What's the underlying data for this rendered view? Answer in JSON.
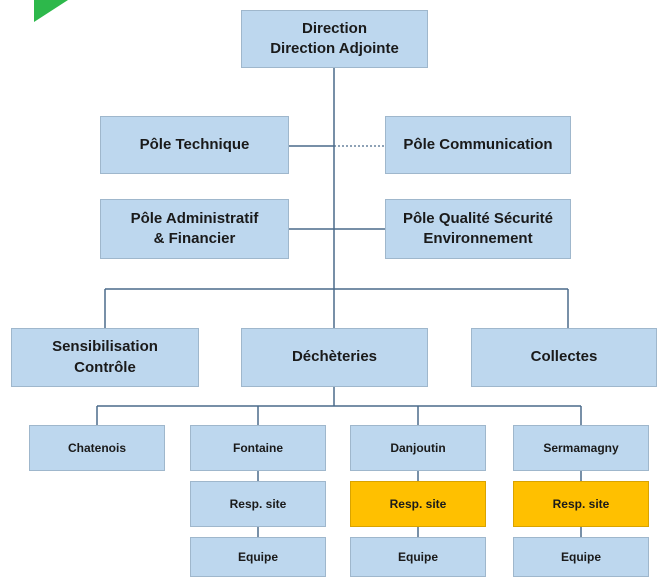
{
  "colors": {
    "box_fill": "#bdd7ee",
    "highlight_fill": "#ffc000",
    "connector": "#4a6a8a",
    "corner_accent": "#2db84b"
  },
  "direction": {
    "line1": "Direction",
    "line2": "Direction Adjointe"
  },
  "poles": {
    "technique": "Pôle Technique",
    "communication": "Pôle Communication",
    "administratif": {
      "line1": "Pôle Administratif",
      "line2": "& Financier"
    },
    "qualite": {
      "line1": "Pôle Qualité Sécurité",
      "line2": "Environnement"
    }
  },
  "services": {
    "sensibilisation": {
      "line1": "Sensibilisation",
      "line2": "Contrôle"
    },
    "decheteries": "Déchèteries",
    "collectes": "Collectes"
  },
  "sites": {
    "chatenois": "Chatenois",
    "fontaine": {
      "name": "Fontaine",
      "resp": "Resp. site",
      "equipe": "Equipe"
    },
    "danjoutin": {
      "name": "Danjoutin",
      "resp": "Resp. site",
      "equipe": "Equipe"
    },
    "sermamagny": {
      "name": "Sermamagny",
      "resp": "Resp. site",
      "equipe": "Equipe"
    }
  }
}
